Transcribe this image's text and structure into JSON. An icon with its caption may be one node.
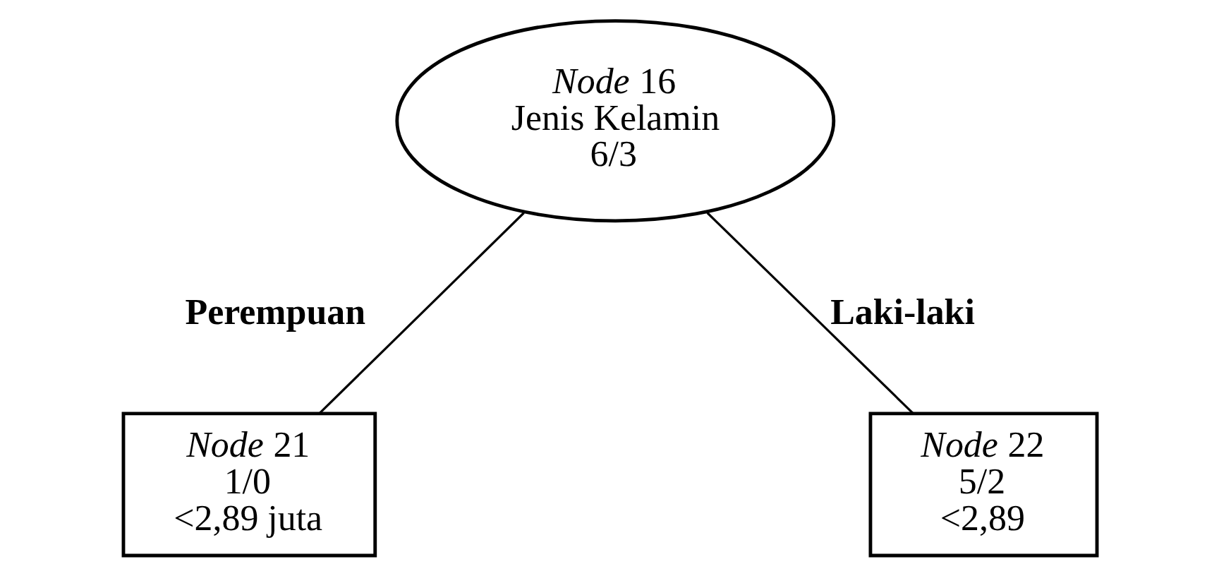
{
  "diagram": {
    "nodes": [
      {
        "text": [
          "*Node* 16",
          "Jenis Kelamin",
          "6/3"
        ]
      },
      {
        "text": [
          "*Node* 21",
          "1/0",
          "<2,89 juta"
        ]
      },
      {
        "text": [
          "*Node* 22",
          "5/2",
          "<2,89"
        ]
      }
    ],
    "edges": [
      {
        "from": 0,
        "to": 1,
        "arrow": "none",
        "label": "Perempuan"
      },
      {
        "from": 0,
        "to": 2,
        "arrow": "none",
        "label": "Laki-laki"
      }
    ]
  }
}
